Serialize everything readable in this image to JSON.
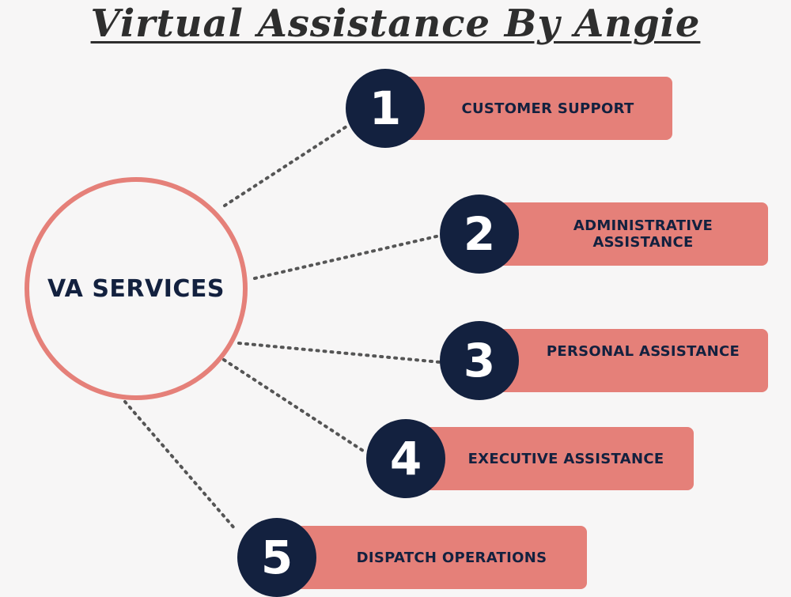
{
  "title": "Virtual Assistance By Angie",
  "hub": {
    "label": "VA SERVICES"
  },
  "services": [
    {
      "number": "1",
      "label": "CUSTOMER SUPPORT"
    },
    {
      "number": "2",
      "label": "ADMINISTRATIVE ASSISTANCE"
    },
    {
      "number": "3",
      "label": "PERSONAL ASSISTANCE"
    },
    {
      "number": "4",
      "label": "EXECUTIVE ASSISTANCE"
    },
    {
      "number": "5",
      "label": "DISPATCH OPERATIONS"
    }
  ],
  "colors": {
    "navy": "#13213f",
    "salmon": "#e58079",
    "background": "#f7f6f6",
    "connector": "#555555"
  }
}
